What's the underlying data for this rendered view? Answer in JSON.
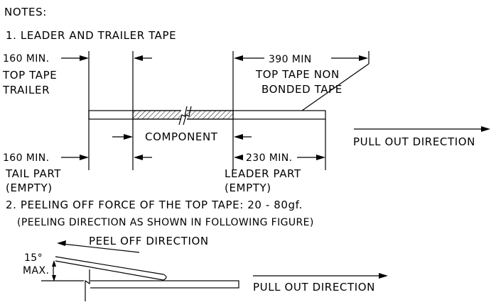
{
  "notes_heading": "NOTES:",
  "note1": {
    "title": "1.  LEADER AND TRAILER TAPE",
    "top_tape_trailer": {
      "value": "160 MIN.",
      "line1": "TOP TAPE",
      "line2": "TRAILER"
    },
    "top_tape_non_bonded": {
      "value": "390  MIN",
      "line1": "TOP TAPE NON",
      "line2": "BONDED TAPE"
    },
    "component": "COMPONENT",
    "pull_out_direction": "PULL  OUT  DIRECTION",
    "tail_part": {
      "value": "160 MIN.",
      "line1": "TAIL PART",
      "line2": "(EMPTY)"
    },
    "leader_part": {
      "value": "230 MIN.",
      "line1": "LEADER PART",
      "line2": "(EMPTY)"
    }
  },
  "note2": {
    "title": "2.  PEELING  OFF  FORCE  OF  THE  TOP  TAPE: 20 - 80gf.",
    "subtitle": "(PEELING  DIRECTION  AS  SHOWN  IN  FOLLOWING  FIGURE)",
    "peel_off_direction": "PEEL  OFF  DIRECTION",
    "angle_value": "15°",
    "angle_label": "MAX.",
    "pull_out_direction": "PULL  OUT  DIRECTION"
  }
}
